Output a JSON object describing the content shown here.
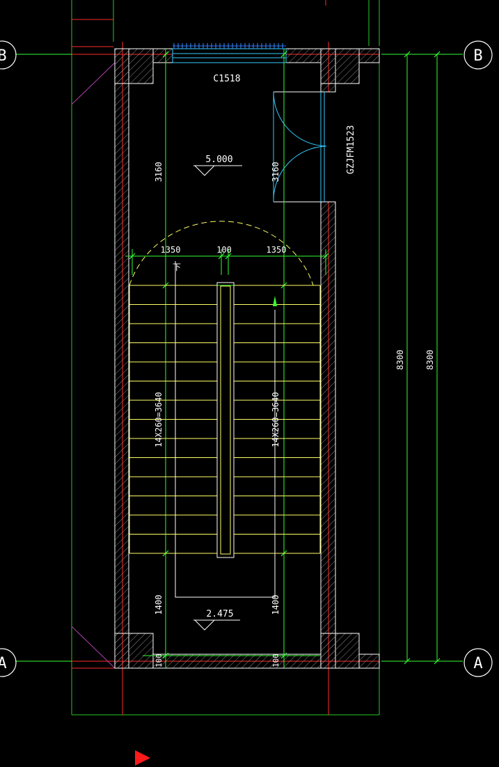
{
  "grid": {
    "top_left": "B",
    "top_right": "B",
    "bottom_left": "A",
    "bottom_right": "A"
  },
  "labels": {
    "window_tag": "C1518",
    "door_tag": "GZJFM1523",
    "upper_level": "5.000",
    "lower_level": "2.475",
    "landing_dim_left": "3160",
    "landing_dim_right": "3160",
    "width_left": "1350",
    "width_mid": "100",
    "width_right": "1350",
    "down_mark": "下",
    "flight_left": "14X260=3640",
    "flight_right": "14X260=3640",
    "bottom_dim_left": "1400",
    "bottom_dim_right": "1400",
    "wall_dim_left": "100",
    "wall_dim_right": "100",
    "overall_dim_1": "8300",
    "overall_dim_2": "8300"
  },
  "colors": {
    "background": "#000000",
    "outline": "#22cc22",
    "dimension": "#33ff33",
    "wall": "#ffffff",
    "axis": "#ff2b2b",
    "stair": "#ffff66",
    "door": "#33ccff",
    "hatch": "#9a9a9a",
    "text": "#ffffff"
  },
  "cursor_icon": "play-triangle-icon"
}
